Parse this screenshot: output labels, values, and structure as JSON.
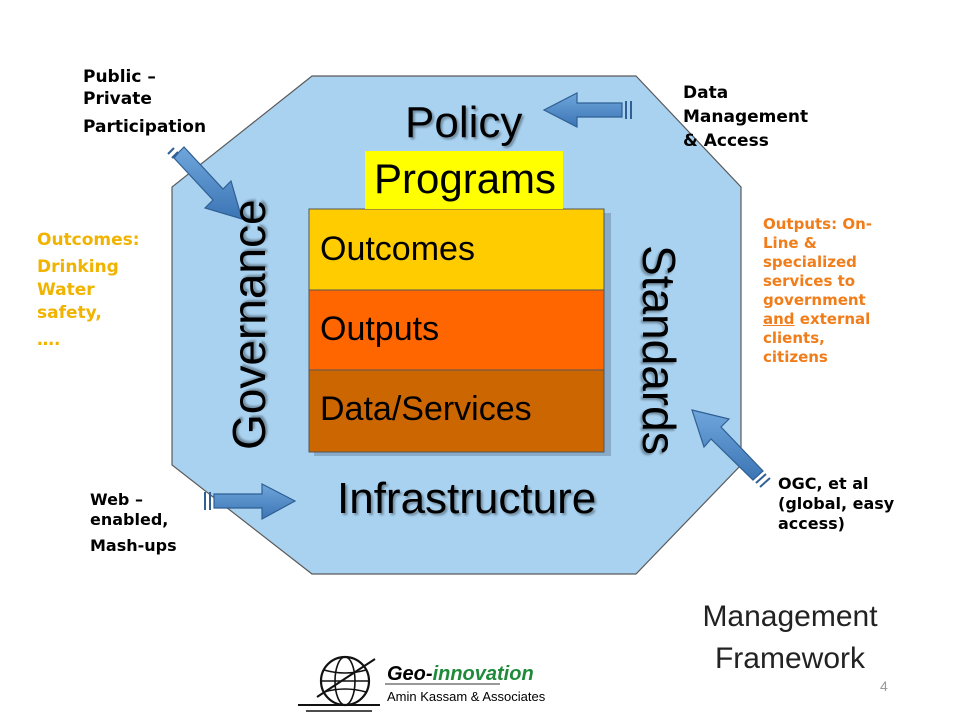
{
  "diagram": {
    "policy": "Policy",
    "programs": "Programs",
    "governance": "Governance",
    "standards": "Standards",
    "infrastructure": "Infrastructure",
    "layers": [
      "Outcomes",
      "Outputs",
      "Data/Services"
    ]
  },
  "annotations": {
    "public_private": [
      "Public –",
      "Private",
      "Participation"
    ],
    "data_management": [
      "Data",
      "Management",
      "& Access"
    ],
    "outcomes_note": [
      "Outcomes:",
      "Drinking",
      "Water",
      "safety,",
      "…."
    ],
    "outputs_note": {
      "line1": "Outputs: On-",
      "line2": "Line &",
      "line3": "specialized",
      "line4": "services to",
      "line5": "government",
      "line6_u": "and",
      "line6_rest": " external",
      "line7": "clients,",
      "line8": "citizens"
    },
    "web": [
      "Web –",
      "enabled,",
      "Mash-ups"
    ],
    "ogc": [
      "OGC, et al",
      "(global, easy",
      "access)"
    ]
  },
  "footer": {
    "framework": [
      "Management",
      "Framework"
    ],
    "page_number": "4",
    "logo_brand_prefix": "Geo-",
    "logo_brand_suffix": "innovation",
    "logo_sub": "Amin Kassam & Associates"
  },
  "colors": {
    "octagon": "#a9d2f0",
    "programs_bg": "#ffff00",
    "outcomes": "#ffcc00",
    "outputs": "#ff6600",
    "data_services": "#cc6600",
    "arrow": "#4a86c8",
    "orange_text": "#f07d1a",
    "yellow_text": "#f0b400"
  }
}
